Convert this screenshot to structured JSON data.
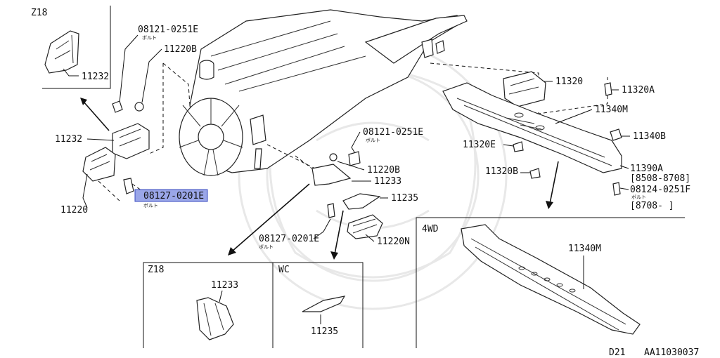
{
  "boxes": {
    "z18_top": {
      "label": "Z18"
    },
    "z18_bottom": {
      "label": "Z18"
    },
    "wc": {
      "label": "WC"
    },
    "fourwd": {
      "label": "4WD"
    }
  },
  "callouts": {
    "p11232_inset": "11232",
    "bolt_0251E_top": "08121-0251E",
    "bolt_0251E_top_sub": "ボルト",
    "p11220B_top": "11220B",
    "p11232": "11232",
    "p11220": "11220",
    "bolt_0201E_highlight": "08127-0201E",
    "bolt_0201E_highlight_sub": "ボルト",
    "bolt_0251E_mid": "08121-0251E",
    "bolt_0251E_mid_sub": "ボルト",
    "p11220B_mid": "11220B",
    "p11233": "11233",
    "p11235": "11235",
    "bolt_0201E_low": "08127-0201E",
    "bolt_0201E_low_sub": "ボルト",
    "p11220N": "11220N",
    "p11320": "11320",
    "p11320A": "11320A",
    "p11340M": "11340M",
    "p11340B": "11340B",
    "p11320E": "11320E",
    "p11320B": "11320B",
    "p11390A": "11390A",
    "p11390A_range": "[8508-8708]",
    "bolt_0251F": "08124-0251F",
    "bolt_0251F_sub": "ボルト",
    "bolt_0251F_range": "[8708-   ]",
    "p11233_z18": "11233",
    "p11235_wc": "11235",
    "p11340M_4wd": "11340M"
  },
  "footer": {
    "model": "D21",
    "diagram_code": "AA11030037"
  },
  "colors": {
    "highlight": "#9aa6e8",
    "highlight_border": "#3b4cc0",
    "line": "#111111"
  }
}
